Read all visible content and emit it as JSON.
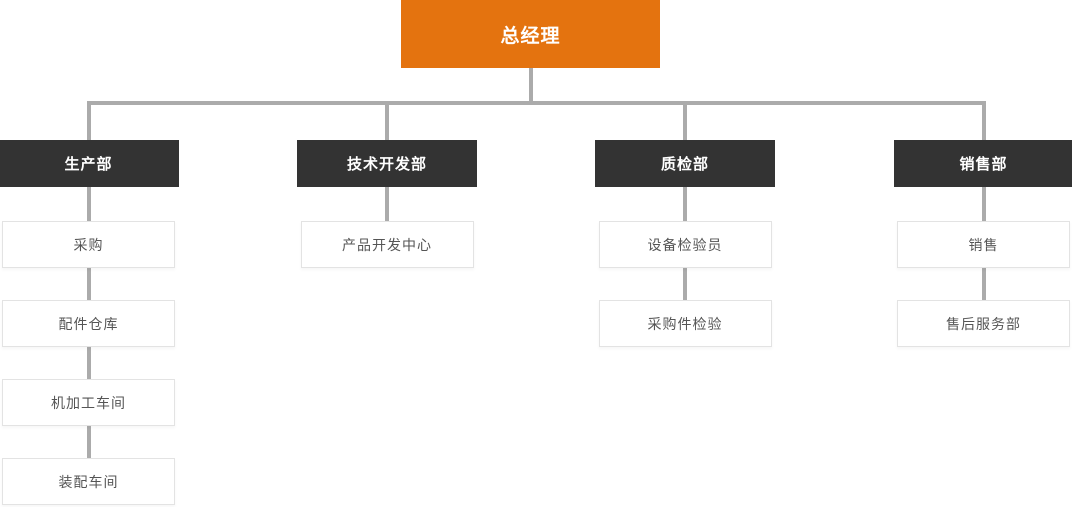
{
  "org_chart": {
    "root": {
      "label": "总经理"
    },
    "departments": [
      {
        "label": "生产部",
        "children": [
          "采购",
          "配件仓库",
          "机加工车间",
          "装配车间"
        ]
      },
      {
        "label": "技术开发部",
        "children": [
          "产品开发中心"
        ]
      },
      {
        "label": "质检部",
        "children": [
          "设备检验员",
          "采购件检验"
        ]
      },
      {
        "label": "销售部",
        "children": [
          "销售",
          "售后服务部"
        ]
      }
    ]
  },
  "colors": {
    "root_bg": "#E4730F",
    "dept_bg": "#333333",
    "connector": "#ABABAB",
    "child_text": "#555555",
    "child_border": "#E3E3E3"
  }
}
